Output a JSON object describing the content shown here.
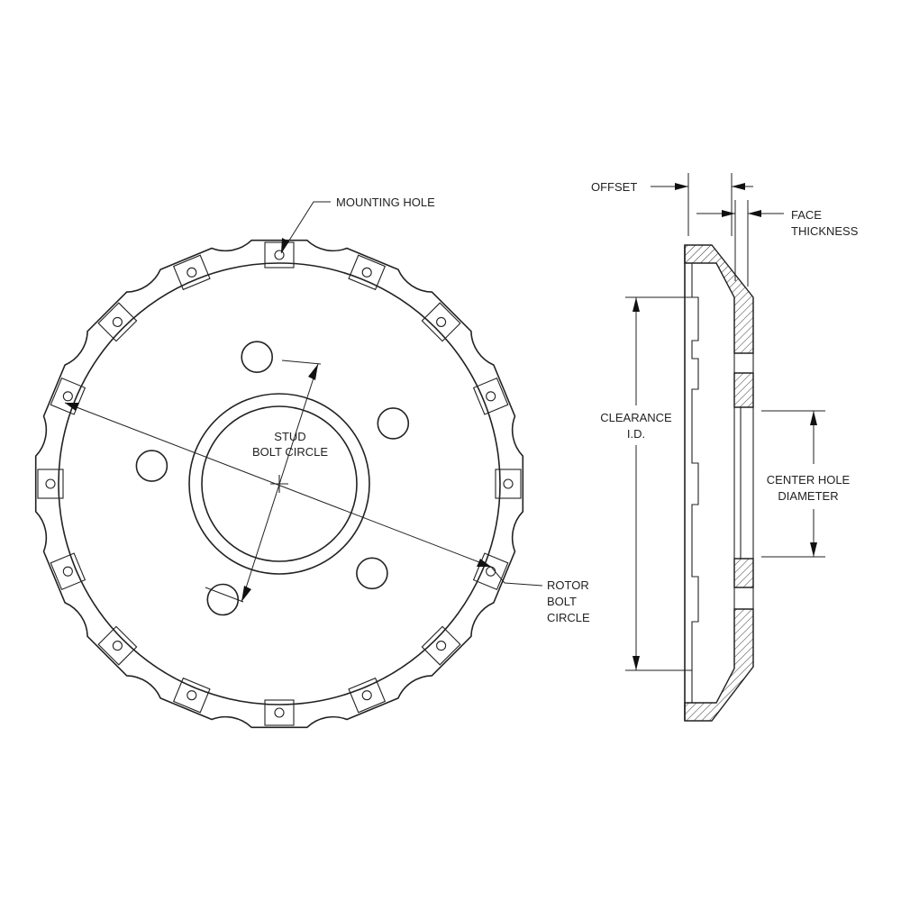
{
  "labels": {
    "mounting_hole": "MOUNTING HOLE",
    "stud_bolt_circle_1": "STUD",
    "stud_bolt_circle_2": "BOLT CIRCLE",
    "rotor_bolt_circle_1": "ROTOR",
    "rotor_bolt_circle_2": "BOLT",
    "rotor_bolt_circle_3": "CIRCLE",
    "offset": "OFFSET",
    "face_thickness_1": "FACE",
    "face_thickness_2": "THICKNESS",
    "clearance_1": "CLEARANCE",
    "clearance_2": "I.D.",
    "center_hole_1": "CENTER HOLE",
    "center_hole_2": "DIAMETER"
  },
  "colors": {
    "line": "#222222",
    "background": "#ffffff",
    "hatch": "#333333"
  },
  "counts": {
    "mounting_holes": 16,
    "stud_holes": 5
  }
}
